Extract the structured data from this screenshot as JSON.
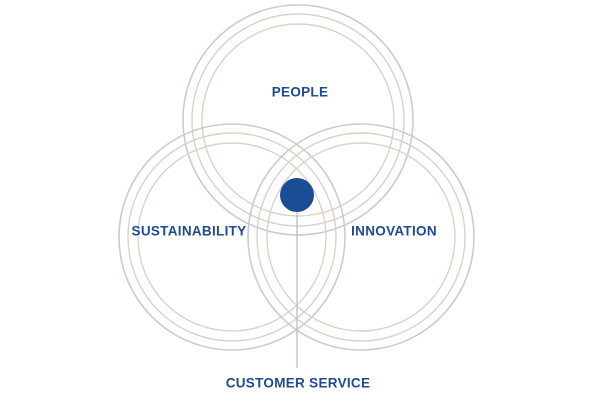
{
  "diagram": {
    "circles": [
      {
        "label": "PEOPLE"
      },
      {
        "label": "SUSTAINABILITY"
      },
      {
        "label": "INNOVATION"
      }
    ],
    "center_label": "CUSTOMER SERVICE"
  },
  "colors": {
    "label_text": "#1e4b8f",
    "center_dot": "#1a4d94",
    "ring_outer": "#c7ccd3",
    "ring_inner": "#d9d3c7",
    "pointer_line": "#b9c0c9"
  }
}
